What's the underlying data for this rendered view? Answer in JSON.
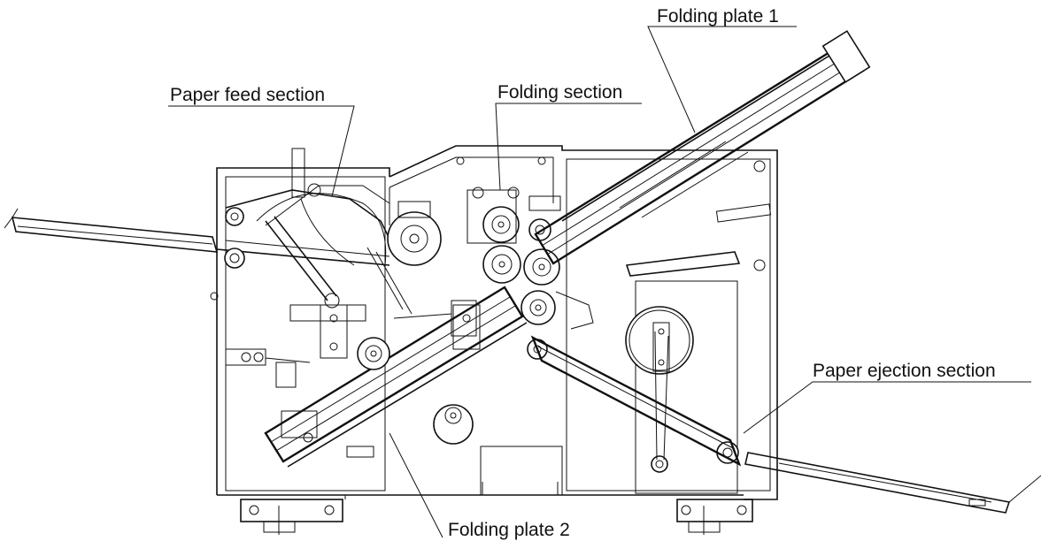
{
  "labels": {
    "folding_plate_1": "Folding plate 1",
    "paper_feed_section": "Paper feed section",
    "folding_section": "Folding section",
    "paper_ejection_section": "Paper ejection section",
    "folding_plate_2": "Folding plate 2"
  }
}
